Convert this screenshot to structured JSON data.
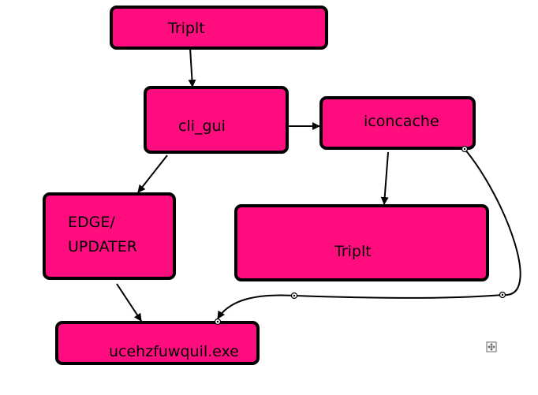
{
  "diagram": {
    "nodes": {
      "triplt_top": "Triplt",
      "cli_gui": "cli_gui",
      "iconcache": "iconcache",
      "edge_updater_line1": "EDGE/",
      "edge_updater_line2": "UPDATER",
      "triplt_right": "Triplt",
      "exe": "ucehzfuwquil.exe"
    },
    "edges": [
      {
        "from": "triplt_top",
        "to": "cli_gui"
      },
      {
        "from": "cli_gui",
        "to": "iconcache"
      },
      {
        "from": "cli_gui",
        "to": "edge_updater"
      },
      {
        "from": "iconcache",
        "to": "triplt_right"
      },
      {
        "from": "edge_updater",
        "to": "exe"
      },
      {
        "from": "iconcache",
        "to": "exe",
        "style": "curved"
      }
    ],
    "colors": {
      "node_fill": "#ff0d7e",
      "node_border": "#000000",
      "text": "#000000"
    },
    "icons": {
      "move_handle": "move-icon"
    }
  }
}
